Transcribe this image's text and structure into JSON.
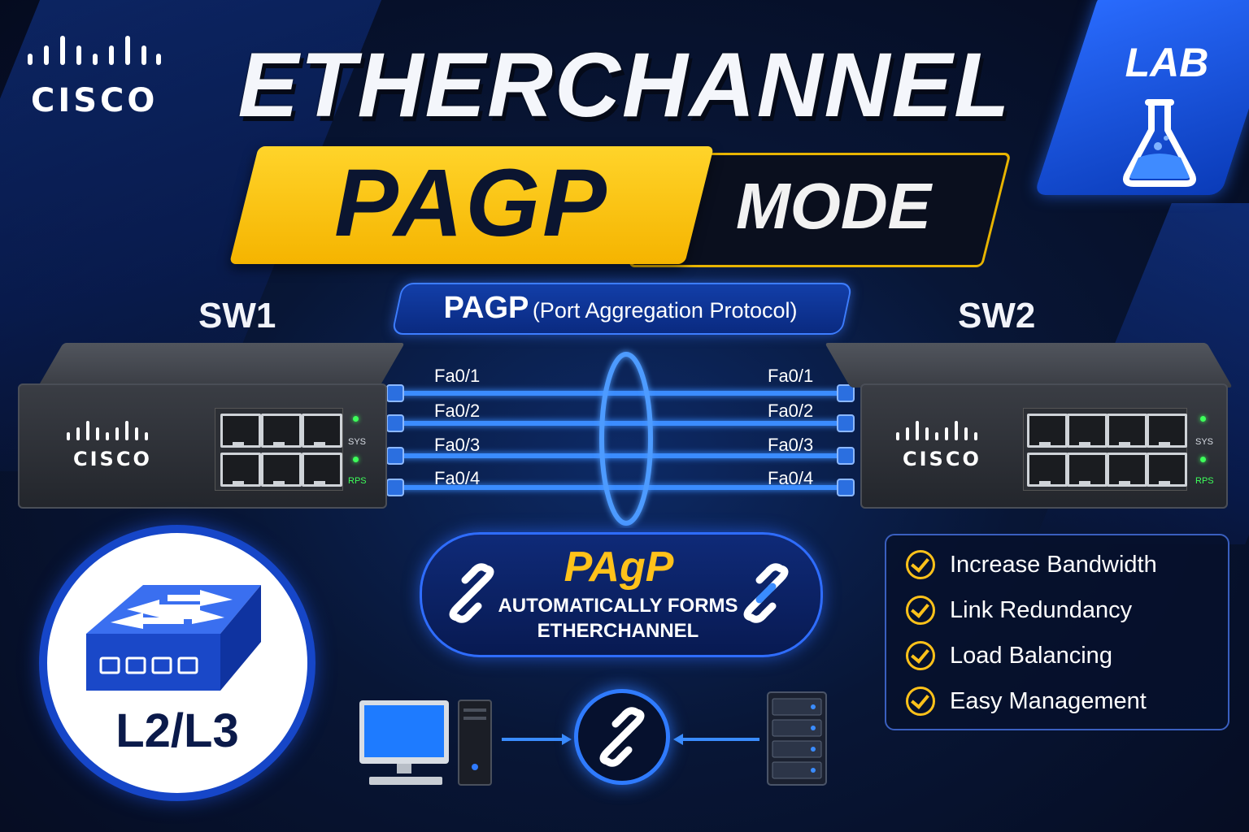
{
  "brand": {
    "name": "CISCO"
  },
  "header": {
    "title": "ETHERCHANNEL",
    "highlight": "PAGP",
    "mode": "MODE",
    "badge": "LAB",
    "badge_icon": "flask-icon"
  },
  "protocol": {
    "short": "PAGP",
    "full": "(Port Aggregation Protocol)"
  },
  "switches": [
    {
      "name": "SW1",
      "brand": "CISCO",
      "leds": [
        "SYS",
        "RPS"
      ]
    },
    {
      "name": "SW2",
      "brand": "CISCO",
      "leds": [
        "SYS",
        "RPS"
      ]
    }
  ],
  "ports": [
    "Fa0/1",
    "Fa0/2",
    "Fa0/3",
    "Fa0/4"
  ],
  "auto": {
    "title": "PAgP",
    "line1": "AUTOMATICALLY FORMS",
    "line2": "ETHERCHANNEL"
  },
  "benefits": [
    "Increase Bandwidth",
    "Link Redundancy",
    "Load Balancing",
    "Easy Management"
  ],
  "layer": {
    "label": "L2/L3"
  },
  "colors": {
    "accent_yellow": "#ffc21a",
    "accent_blue": "#2f7bff",
    "background": "#07102a"
  }
}
